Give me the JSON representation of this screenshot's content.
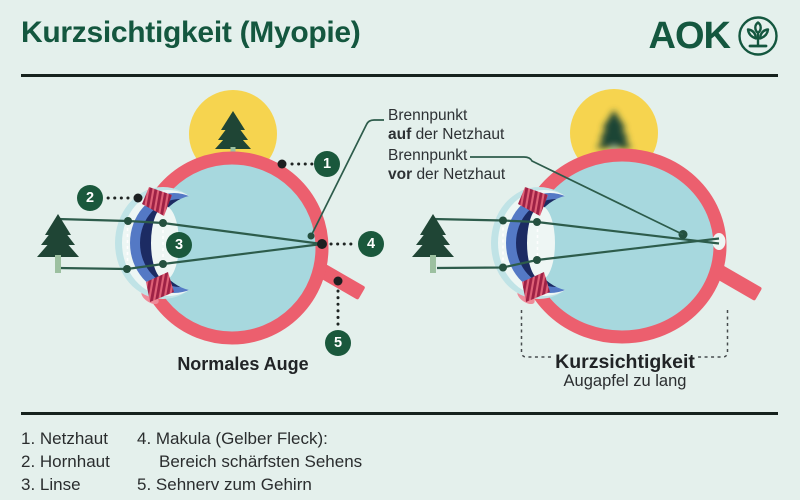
{
  "header": {
    "title": "Kurzsichtigkeit (Myopie)",
    "brand": "AOK"
  },
  "diagram": {
    "normal_eye": {
      "caption": "Normales Auge"
    },
    "myopic_eye": {
      "caption": "Kurzsichtigkeit",
      "subcaption": "Augapfel zu lang"
    },
    "annotations": {
      "focal_on_retina": {
        "word": "Brennpunkt",
        "emphasis": "auf",
        "rest": "der Netzhaut"
      },
      "focal_before_retina": {
        "word": "Brennpunkt",
        "emphasis": "vor",
        "rest": "der Netzhaut"
      }
    },
    "markers": [
      "1",
      "2",
      "3",
      "4",
      "5"
    ]
  },
  "legend": {
    "left": [
      "1. Netzhaut",
      "2. Hornhaut",
      "3. Linse"
    ],
    "right_line1": "4. Makula (Gelber Fleck):",
    "right_line2": "Bereich schärfsten Sehens",
    "right_line3": "5. Sehnerv zum Gehirn"
  },
  "colors": {
    "background": "#e4f0ec",
    "brand_green": "#14573f",
    "sclera_red": "#ec5f6e",
    "vitreous_teal": "#a7d8de",
    "image_yellow": "#f6d44f",
    "tree_green": "#1f4535",
    "ray_green": "#2d5c4b",
    "marker_green": "#1a583c",
    "iris_blue": "#5479c5",
    "lens_navy": "#1c2b63",
    "ciliary_red": "#9e2145",
    "text_dark": "#26292b"
  }
}
